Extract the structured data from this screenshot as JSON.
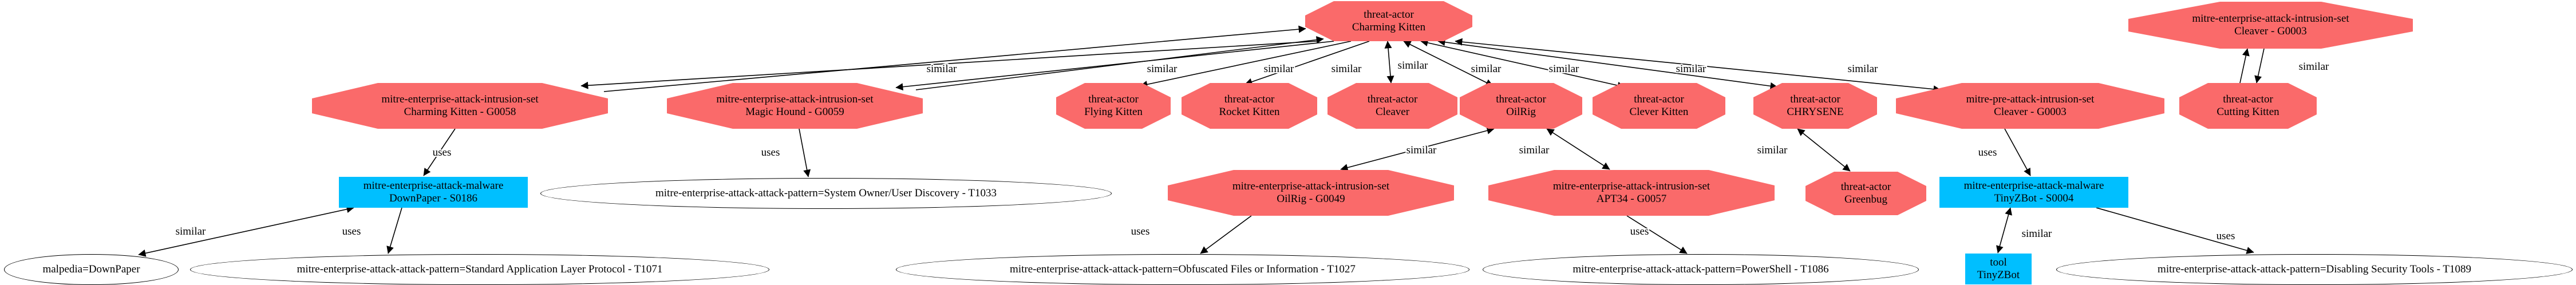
{
  "graph": {
    "colors": {
      "threat_node_fill": "#fa6a6a",
      "malware_node_fill": "#00bfff",
      "pattern_node_fill": "#ffffff",
      "edge_stroke": "#000000"
    },
    "nodes": [
      {
        "id": "ta-charming-kitten",
        "shape": "octagon",
        "lines": [
          "threat-actor",
          "Charming Kitten"
        ]
      },
      {
        "id": "is-cleaver-g0003",
        "shape": "octagon",
        "lines": [
          "mitre-enterprise-attack-intrusion-set",
          "Cleaver - G0003"
        ]
      },
      {
        "id": "is-charming-kitten-g0058",
        "shape": "octagon",
        "lines": [
          "mitre-enterprise-attack-intrusion-set",
          "Charming Kitten - G0058"
        ]
      },
      {
        "id": "is-magic-hound-g0059",
        "shape": "octagon",
        "lines": [
          "mitre-enterprise-attack-intrusion-set",
          "Magic Hound - G0059"
        ]
      },
      {
        "id": "ta-flying-kitten",
        "shape": "octagon",
        "lines": [
          "threat-actor",
          "Flying Kitten"
        ]
      },
      {
        "id": "ta-rocket-kitten",
        "shape": "octagon",
        "lines": [
          "threat-actor",
          "Rocket Kitten"
        ]
      },
      {
        "id": "ta-cleaver",
        "shape": "octagon",
        "lines": [
          "threat-actor",
          "Cleaver"
        ]
      },
      {
        "id": "ta-oilrig",
        "shape": "octagon",
        "lines": [
          "threat-actor",
          "OilRig"
        ]
      },
      {
        "id": "ta-clever-kitten",
        "shape": "octagon",
        "lines": [
          "threat-actor",
          "Clever Kitten"
        ]
      },
      {
        "id": "ta-chrysene",
        "shape": "octagon",
        "lines": [
          "threat-actor",
          "CHRYSENE"
        ]
      },
      {
        "id": "is-cleaver-g0003-pre",
        "shape": "octagon",
        "lines": [
          "mitre-pre-attack-intrusion-set",
          "Cleaver - G0003"
        ]
      },
      {
        "id": "ta-cutting-kitten",
        "shape": "octagon",
        "lines": [
          "threat-actor",
          "Cutting Kitten"
        ]
      },
      {
        "id": "mw-downpaper-s0186",
        "shape": "box",
        "lines": [
          "mitre-enterprise-attack-malware",
          "DownPaper - S0186"
        ]
      },
      {
        "id": "ap-t1033",
        "shape": "ellipse",
        "lines": [
          "mitre-enterprise-attack-attack-pattern=System Owner/User Discovery - T1033"
        ]
      },
      {
        "id": "is-oilrig-g0049",
        "shape": "octagon",
        "lines": [
          "mitre-enterprise-attack-intrusion-set",
          "OilRig - G0049"
        ]
      },
      {
        "id": "is-apt34-g0057",
        "shape": "octagon",
        "lines": [
          "mitre-enterprise-attack-intrusion-set",
          "APT34 - G0057"
        ]
      },
      {
        "id": "ta-greenbug",
        "shape": "octagon",
        "lines": [
          "threat-actor",
          "Greenbug"
        ]
      },
      {
        "id": "mw-tinyzbot-s0004",
        "shape": "box",
        "lines": [
          "mitre-enterprise-attack-malware",
          "TinyZBot - S0004"
        ]
      },
      {
        "id": "malpedia-downpaper",
        "shape": "ellipse",
        "lines": [
          "malpedia=DownPaper"
        ]
      },
      {
        "id": "ap-t1071",
        "shape": "ellipse",
        "lines": [
          "mitre-enterprise-attack-attack-pattern=Standard Application Layer Protocol - T1071"
        ]
      },
      {
        "id": "ap-t1027",
        "shape": "ellipse",
        "lines": [
          "mitre-enterprise-attack-attack-pattern=Obfuscated Files or Information - T1027"
        ]
      },
      {
        "id": "ap-t1086",
        "shape": "ellipse",
        "lines": [
          "mitre-enterprise-attack-attack-pattern=PowerShell - T1086"
        ]
      },
      {
        "id": "tool-tinyzbot",
        "shape": "box",
        "lines": [
          "tool",
          "TinyZBot"
        ]
      },
      {
        "id": "ap-t1089",
        "shape": "ellipse",
        "lines": [
          "mitre-enterprise-attack-attack-pattern=Disabling Security Tools - T1089"
        ]
      }
    ],
    "edges": [
      {
        "from": "ta-charming-kitten",
        "to": "is-charming-kitten-g0058",
        "label": "similar",
        "dir": "fwd"
      },
      {
        "from": "is-charming-kitten-g0058",
        "to": "ta-charming-kitten",
        "label": "",
        "dir": "fwd"
      },
      {
        "from": "ta-charming-kitten",
        "to": "is-magic-hound-g0059",
        "label": "similar",
        "dir": "fwd"
      },
      {
        "from": "is-magic-hound-g0059",
        "to": "ta-charming-kitten",
        "label": "",
        "dir": "fwd"
      },
      {
        "from": "ta-charming-kitten",
        "to": "ta-flying-kitten",
        "label": "similar",
        "dir": "fwd"
      },
      {
        "from": "ta-charming-kitten",
        "to": "ta-rocket-kitten",
        "label": "similar",
        "dir": "fwd"
      },
      {
        "from": "ta-charming-kitten",
        "to": "ta-cleaver",
        "label": "similar",
        "dir": "both"
      },
      {
        "from": "ta-charming-kitten",
        "to": "ta-oilrig",
        "label": "similar",
        "dir": "both"
      },
      {
        "from": "ta-charming-kitten",
        "to": "ta-clever-kitten",
        "label": "similar",
        "dir": "both"
      },
      {
        "from": "ta-charming-kitten",
        "to": "ta-chrysene",
        "label": "similar",
        "dir": "both"
      },
      {
        "from": "ta-charming-kitten",
        "to": "is-cleaver-g0003-pre",
        "label": "similar",
        "dir": "both"
      },
      {
        "from": "is-cleaver-g0003",
        "to": "ta-cutting-kitten",
        "label": "similar",
        "dir": "fwd"
      },
      {
        "from": "ta-cutting-kitten",
        "to": "is-cleaver-g0003",
        "label": "",
        "dir": "fwd"
      },
      {
        "from": "is-charming-kitten-g0058",
        "to": "mw-downpaper-s0186",
        "label": "uses",
        "dir": "fwd"
      },
      {
        "from": "is-magic-hound-g0059",
        "to": "ap-t1033",
        "label": "uses",
        "dir": "fwd"
      },
      {
        "from": "ta-oilrig",
        "to": "is-oilrig-g0049",
        "label": "similar",
        "dir": "both"
      },
      {
        "from": "ta-oilrig",
        "to": "is-apt34-g0057",
        "label": "similar",
        "dir": "both"
      },
      {
        "from": "ta-chrysene",
        "to": "ta-greenbug",
        "label": "similar",
        "dir": "both"
      },
      {
        "from": "is-cleaver-g0003-pre",
        "to": "mw-tinyzbot-s0004",
        "label": "uses",
        "dir": "fwd"
      },
      {
        "from": "mw-downpaper-s0186",
        "to": "malpedia-downpaper",
        "label": "similar",
        "dir": "both"
      },
      {
        "from": "mw-downpaper-s0186",
        "to": "ap-t1071",
        "label": "uses",
        "dir": "fwd"
      },
      {
        "from": "is-oilrig-g0049",
        "to": "ap-t1027",
        "label": "uses",
        "dir": "fwd"
      },
      {
        "from": "is-apt34-g0057",
        "to": "ap-t1086",
        "label": "uses",
        "dir": "fwd"
      },
      {
        "from": "mw-tinyzbot-s0004",
        "to": "tool-tinyzbot",
        "label": "similar",
        "dir": "both"
      },
      {
        "from": "mw-tinyzbot-s0004",
        "to": "ap-t1089",
        "label": "uses",
        "dir": "fwd"
      }
    ]
  }
}
